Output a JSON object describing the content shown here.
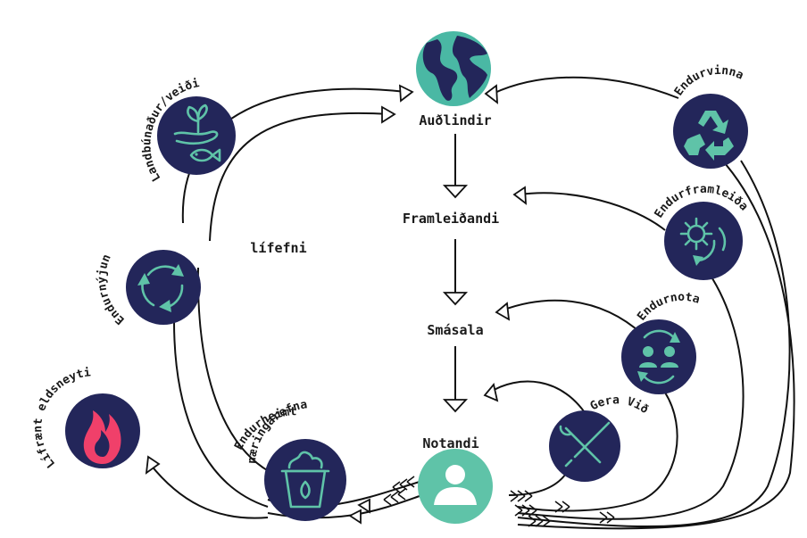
{
  "main_nodes": {
    "resources": "Auðlindir",
    "producer": "Framleiðandi",
    "retail": "Smásala",
    "user": "Notandi"
  },
  "loop_labels": {
    "agriculture": "Landbúnaður/veiði",
    "renewal": "Endurnýjun",
    "biofuel": "Lífrænt eldsneyti",
    "nutrient_recovery_line1": "Endurheimt",
    "nutrient_recovery_line2": "næringarefna",
    "recycle": "Endurvinna",
    "remanufacture": "Endurframleiða",
    "reuse": "Endurnota",
    "repair": "Gera Við",
    "biomaterial": "lífefni"
  },
  "colors": {
    "badge": "#23265a",
    "accent": "#5fc3a8",
    "fire": "#f0406a",
    "ocean": "#4ab8a4",
    "land": "#23265a"
  },
  "icons": {
    "globe": "globe-icon",
    "agriculture": "plant-hand-fish-icon",
    "renewal": "cycle-arrows-icon",
    "biofuel": "flame-icon",
    "nutrient_recovery": "compost-bin-icon",
    "recycle": "recycle-icon",
    "remanufacture": "gear-cycle-icon",
    "reuse": "people-cycle-icon",
    "repair": "wrench-screwdriver-icon",
    "user": "person-icon"
  }
}
